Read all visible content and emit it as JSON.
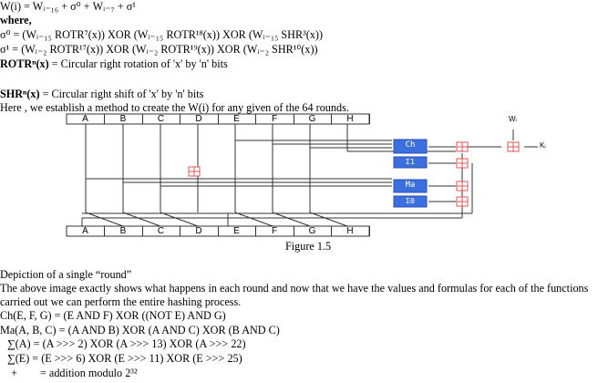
{
  "text": {
    "line0": "W(i) = Wᵢ₋₁₆ + σ⁰ + Wᵢ₋₇ + σ¹",
    "where": "where,",
    "sigma0": "σ⁰ = (Wᵢ₋₁₅ ROTR⁷(x)) XOR (Wᵢ₋₁₅ ROTR¹⁸(x)) XOR (Wᵢ₋₁₅ SHR³(x))",
    "sigma1": "σ¹ = (Wᵢ₋₂ ROTR¹⁷(x)) XOR (Wᵢ₋₂ ROTR¹⁹(x)) XOR (Wᵢ₋₂ SHR¹⁰(x))",
    "rotr_term": "ROTRⁿ(x)",
    "rotr_desc": " = Circular right rotation of 'x' by 'n' bits",
    "shr_term": "SHRⁿ(x)",
    "shr_desc": " = Circular right shift of 'x' by 'n' bits",
    "intro": "Here , we establish a method to create the W(i) for any given of the 64 rounds.",
    "caption": "Figure 1.5",
    "depiction": "Depiction of a single “round”",
    "para1": "The above image exactly shows what happens in each round and now that we have the values and formulas for each of the functions",
    "para2": "carried out we can perform the entire hashing process.",
    "ch": "Ch(E, F, G) = (E AND F) XOR ((NOT E) AND G)",
    "ma": "Ma(A, B, C) = (A AND B) XOR (A AND C) XOR (B AND C)",
    "sum_a": "∑(A)   = (A >>> 2) XOR (A >>> 13) XOR (A >>> 22)",
    "sum_e": "∑(E)   = (E >>> 6) XOR (E >>> 11) XOR (E >>> 25)",
    "plus_sym": "+",
    "plus_desc": "= addition modulo 2³²"
  },
  "diagram": {
    "top_labels": [
      "A",
      "B",
      "C",
      "D",
      "E",
      "F",
      "G",
      "H"
    ],
    "bottom_labels": [
      "A",
      "B",
      "C",
      "D",
      "E",
      "F",
      "G",
      "H"
    ],
    "ops": [
      "Ch",
      "Σ1",
      "Ma",
      "Σ0"
    ],
    "w_label": "Wᵢ",
    "k_label": "Kᵢ",
    "colors": {
      "box": "#3b6fe0",
      "adder": "#e05555",
      "line": "#333333"
    }
  }
}
